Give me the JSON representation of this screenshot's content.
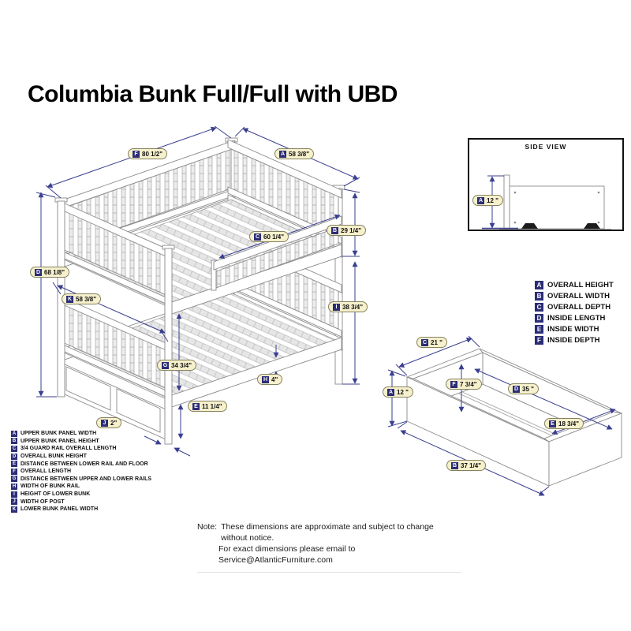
{
  "title": "Columbia Bunk Full/Full with UBD",
  "bunk": {
    "dims": {
      "F": {
        "letter": "F",
        "value": "80 1/2\""
      },
      "A": {
        "letter": "A",
        "value": "58 3/8\""
      },
      "D": {
        "letter": "D",
        "value": "68 1/8\""
      },
      "B": {
        "letter": "B",
        "value": "29 1/4\""
      },
      "C": {
        "letter": "C",
        "value": "60 1/4\""
      },
      "I": {
        "letter": "I",
        "value": "38 3/4\""
      },
      "K": {
        "letter": "K",
        "value": "58 3/8\""
      },
      "G": {
        "letter": "G",
        "value": "34 3/4\""
      },
      "H": {
        "letter": "H",
        "value": "4\""
      },
      "E": {
        "letter": "E",
        "value": "11 1/4\""
      },
      "J": {
        "letter": "J",
        "value": "2\""
      }
    },
    "legend": [
      {
        "letter": "A",
        "label": "UPPER BUNK PANEL WIDTH"
      },
      {
        "letter": "B",
        "label": "UPPER BUNK PANEL HEIGHT"
      },
      {
        "letter": "C",
        "label": "3/4 GUARD RAIL OVERALL LENGTH"
      },
      {
        "letter": "D",
        "label": "OVERALL BUNK HEIGHT"
      },
      {
        "letter": "E",
        "label": "DISTANCE BETWEEN LOWER RAIL AND FLOOR"
      },
      {
        "letter": "F",
        "label": "OVERALL LENGTH"
      },
      {
        "letter": "G",
        "label": "DISTANCE BETWEEN UPPER AND LOWER RAILS"
      },
      {
        "letter": "H",
        "label": "WIDTH OF BUNK RAIL"
      },
      {
        "letter": "I",
        "label": "HEIGHT OF LOWER BUNK"
      },
      {
        "letter": "J",
        "label": "WIDTH OF POST"
      },
      {
        "letter": "K",
        "label": "LOWER BUNK PANEL WIDTH"
      }
    ]
  },
  "side_view": {
    "title": "SIDE VIEW",
    "dim": {
      "letter": "A",
      "value": "12 \""
    }
  },
  "drawer": {
    "dims": {
      "C": {
        "letter": "C",
        "value": "21 \""
      },
      "A": {
        "letter": "A",
        "value": "12 \""
      },
      "F": {
        "letter": "F",
        "value": "7 3/4\""
      },
      "D": {
        "letter": "D",
        "value": "35 \""
      },
      "E": {
        "letter": "E",
        "value": "18 3/4\""
      },
      "B": {
        "letter": "B",
        "value": "37 1/4\""
      }
    },
    "legend": [
      {
        "letter": "A",
        "label": "OVERALL HEIGHT"
      },
      {
        "letter": "B",
        "label": "OVERALL WIDTH"
      },
      {
        "letter": "C",
        "label": "OVERALL DEPTH"
      },
      {
        "letter": "D",
        "label": "INSIDE LENGTH"
      },
      {
        "letter": "E",
        "label": "INSIDE WIDTH"
      },
      {
        "letter": "F",
        "label": "INSIDE DEPTH"
      }
    ]
  },
  "note": {
    "prefix": "Note:",
    "line1": "These dimensions are approximate and subject to change without notice.",
    "line2": "For exact dimensions please email to Service@AtlanticFurniture.com"
  },
  "colors": {
    "dimension_line": "#3a3f8f",
    "badge": "#2b2d77",
    "pill_background": "#f6f0cd",
    "line_art": "#8a8a8a"
  }
}
